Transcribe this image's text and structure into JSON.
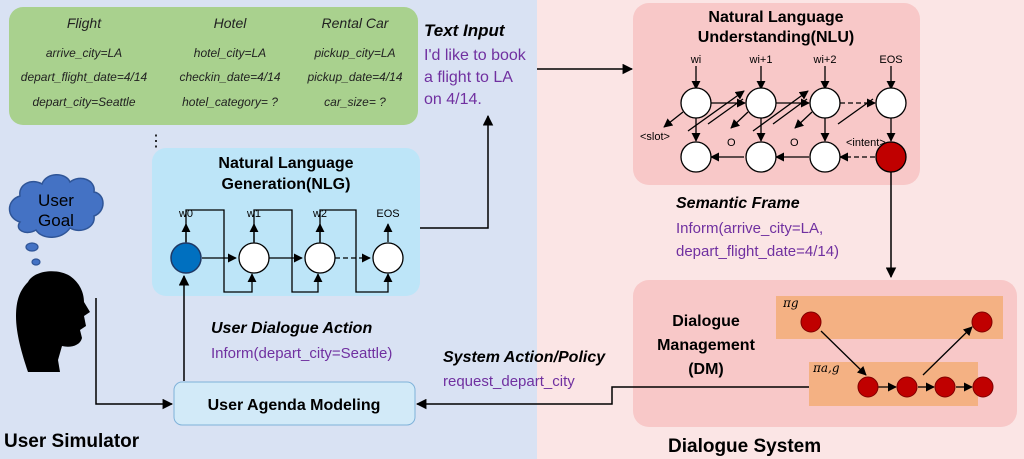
{
  "colors": {
    "left_bg": "#d9e2f3",
    "right_bg": "#fbe5e5",
    "goal_box": "#a9d18e",
    "nlg_box": "#bde5f8",
    "agenda_box": "#d2eaf8",
    "nlu_box": "#f8c8c8",
    "dm_box": "#f8c8c8",
    "policy_strip": "#f4b183",
    "node_red": "#c00000",
    "node_blue": "#0070c0",
    "purple_text": "#7030a0"
  },
  "user_goal": {
    "columns": [
      {
        "header": "Flight",
        "rows": [
          "arrive_city=LA",
          "depart_flight_date=4/14",
          "depart_city=Seattle"
        ]
      },
      {
        "header": "Hotel",
        "rows": [
          "hotel_city=LA",
          "checkin_date=4/14",
          "hotel_category= ?"
        ]
      },
      {
        "header": "Rental Car",
        "rows": [
          "pickup_city=LA",
          "pickup_date=4/14",
          "car_size= ?"
        ]
      }
    ],
    "ellipsis": "⋮"
  },
  "cloud_label": [
    "User",
    "Goal"
  ],
  "text_input": {
    "title": "Text Input",
    "lines": [
      "I'd like to book",
      "a flight to LA",
      "on 4/14."
    ]
  },
  "nlg": {
    "title_lines": [
      "Natural Language",
      "Generation(NLG)"
    ],
    "labels": [
      "w0",
      "w1",
      "w2",
      "EOS"
    ]
  },
  "nlu": {
    "title_lines": [
      "Natural Language",
      "Understanding(NLU)"
    ],
    "top_labels": [
      "wi",
      "wi+1",
      "wi+2",
      "EOS"
    ],
    "bottom_labels": [
      "<slot>",
      "O",
      "O",
      "<intent>"
    ]
  },
  "semantic_frame": {
    "title": "Semantic Frame",
    "lines": [
      "Inform(arrive_city=LA,",
      "depart_flight_date=4/14)"
    ]
  },
  "user_dialogue_action": {
    "title": "User Dialogue Action",
    "value": "Inform(depart_city=Seattle)"
  },
  "user_agenda": {
    "label": "User Agenda Modeling"
  },
  "system_action": {
    "title": "System Action/Policy",
    "value": "request_depart_city"
  },
  "dm": {
    "title_lines": [
      "Dialogue",
      "Management",
      "(DM)"
    ],
    "pi_g": "πg",
    "pi_ag": "πa,g"
  },
  "sections": {
    "user_simulator": "User Simulator",
    "dialogue_system": "Dialogue System"
  }
}
